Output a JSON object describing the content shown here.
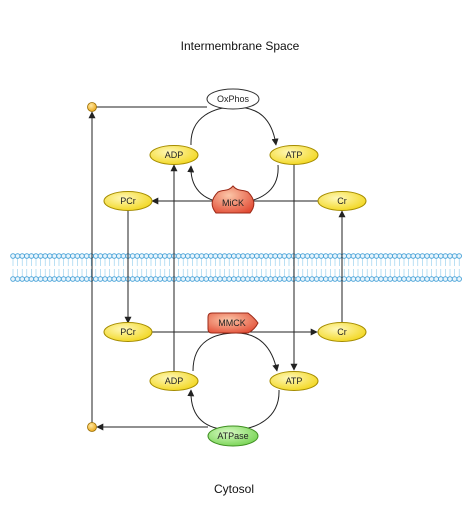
{
  "regions": {
    "top_label": "Intermembrane Space",
    "bottom_label": "Cytosol"
  },
  "nodes": {
    "oxphos": "OxPhos",
    "adp_top": "ADP",
    "atp_top": "ATP",
    "pcr_top": "PCr",
    "cr_top": "Cr",
    "mick": "MiCK",
    "mmck": "MMCK",
    "pcr_bottom": "PCr",
    "cr_bottom": "Cr",
    "adp_bottom": "ADP",
    "atp_bottom": "ATP",
    "atpase": "ATPase"
  },
  "colors": {
    "metabolite_fill": "#f7e23a",
    "metabolite_stroke": "#b59a00",
    "enzyme_fill": "#e8634a",
    "atpase_fill": "#8be06a",
    "oxphos_fill": "#ffffff",
    "membrane_head": "#4aa3d8",
    "junction_dot": "#f2b61e"
  }
}
